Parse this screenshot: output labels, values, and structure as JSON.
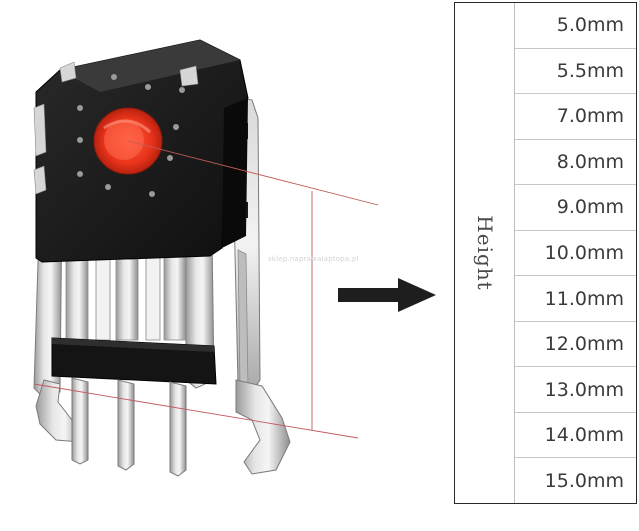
{
  "watermark": "sklep.naprawalaptopa.pl",
  "spec_table": {
    "header": "Height",
    "values": [
      "5.0mm",
      "5.5mm",
      "7.0mm",
      "8.0mm",
      "9.0mm",
      "10.0mm",
      "11.0mm",
      "12.0mm",
      "13.0mm",
      "14.0mm",
      "15.0mm"
    ]
  },
  "colors": {
    "encoder_body": "#1b1b1b",
    "wheel_hole": "#e8331b",
    "guide_line": "#c25a5a",
    "arrow": "#1e1e1e",
    "metal": "#c8c8c8"
  },
  "icons": {
    "arrow": "right-arrow-icon"
  }
}
